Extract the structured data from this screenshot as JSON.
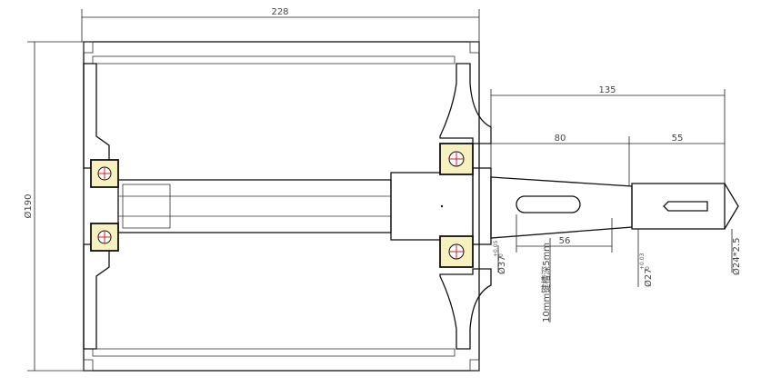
{
  "drawing": {
    "dimensions": {
      "overall_length": "228",
      "drum_diameter": "Ø190",
      "shaft_extension": "135",
      "taper_length": "80",
      "end_length": "55",
      "keyway_length": "56",
      "bearing_seat_diameter": "Ø37",
      "bearing_seat_tolerance_upper": "+0.05",
      "bearing_seat_tolerance_lower": "0",
      "shaft_diameter": "Ø27",
      "shaft_tolerance_upper": "+0.03",
      "shaft_tolerance_lower": "0",
      "end_diameter": "Ø24*2.5"
    },
    "notes": {
      "keyway": "10mm键槽深5mm"
    },
    "colors": {
      "line": "#111111",
      "bearing_fill": "#f7f1c0",
      "bearing_center": "#d0202a"
    }
  }
}
